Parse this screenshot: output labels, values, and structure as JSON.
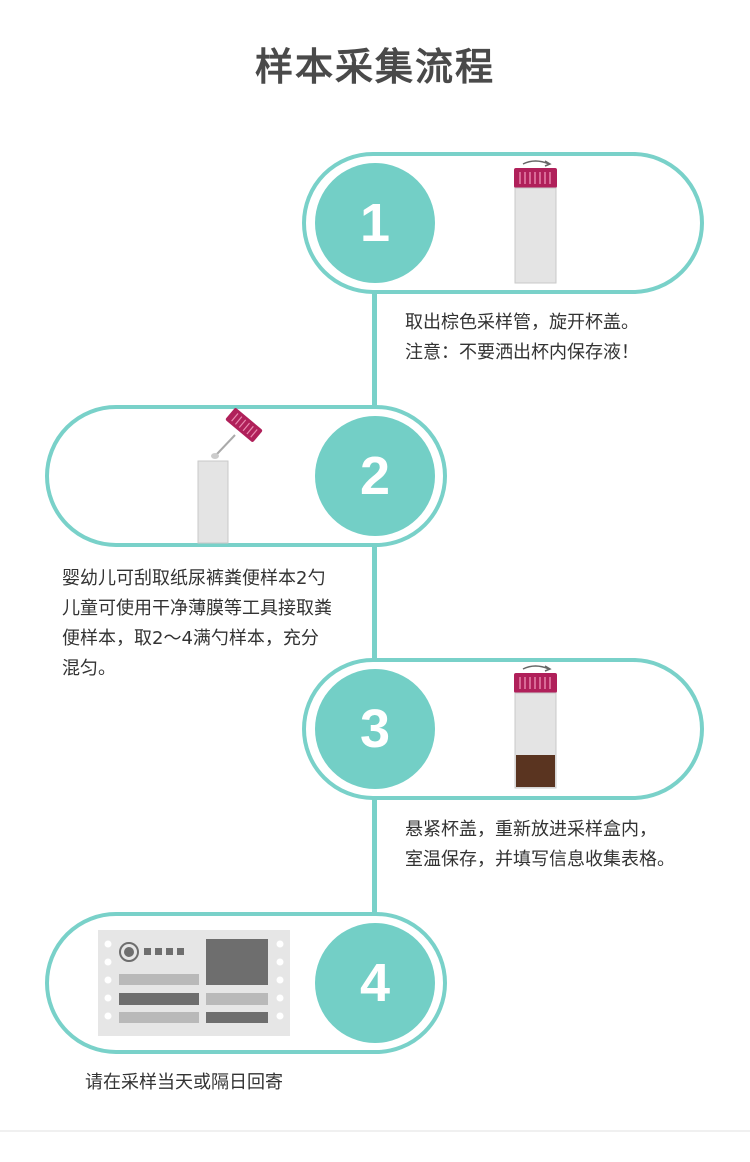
{
  "title": "样本采集流程",
  "colors": {
    "teal": "#73cfc6",
    "line": "#79d1c9",
    "cap": "#b0205a",
    "tube": "#e4e4e4",
    "sample": "#5a3420"
  },
  "steps": [
    {
      "number": "1",
      "icon": "sample-tube-open-cap-icon",
      "text": [
        "取出棕色采样管，旋开杯盖。",
        "注意：不要洒出杯内保存液！"
      ]
    },
    {
      "number": "2",
      "icon": "tube-with-spoon-cap-icon",
      "text": [
        "婴幼儿可刮取纸尿裤粪便样本2勺",
        "儿童可使用干净薄膜等工具接取粪",
        "便样本，取2～4满勺样本，充分",
        "混匀。"
      ]
    },
    {
      "number": "3",
      "icon": "sample-tube-filled-icon",
      "text": [
        "悬紧杯盖，重新放进采样盒内，",
        "室温保存，并填写信息收集表格。"
      ]
    },
    {
      "number": "4",
      "icon": "mail-form-icon",
      "text": [
        "请在采样当天或隔日回寄"
      ]
    }
  ]
}
